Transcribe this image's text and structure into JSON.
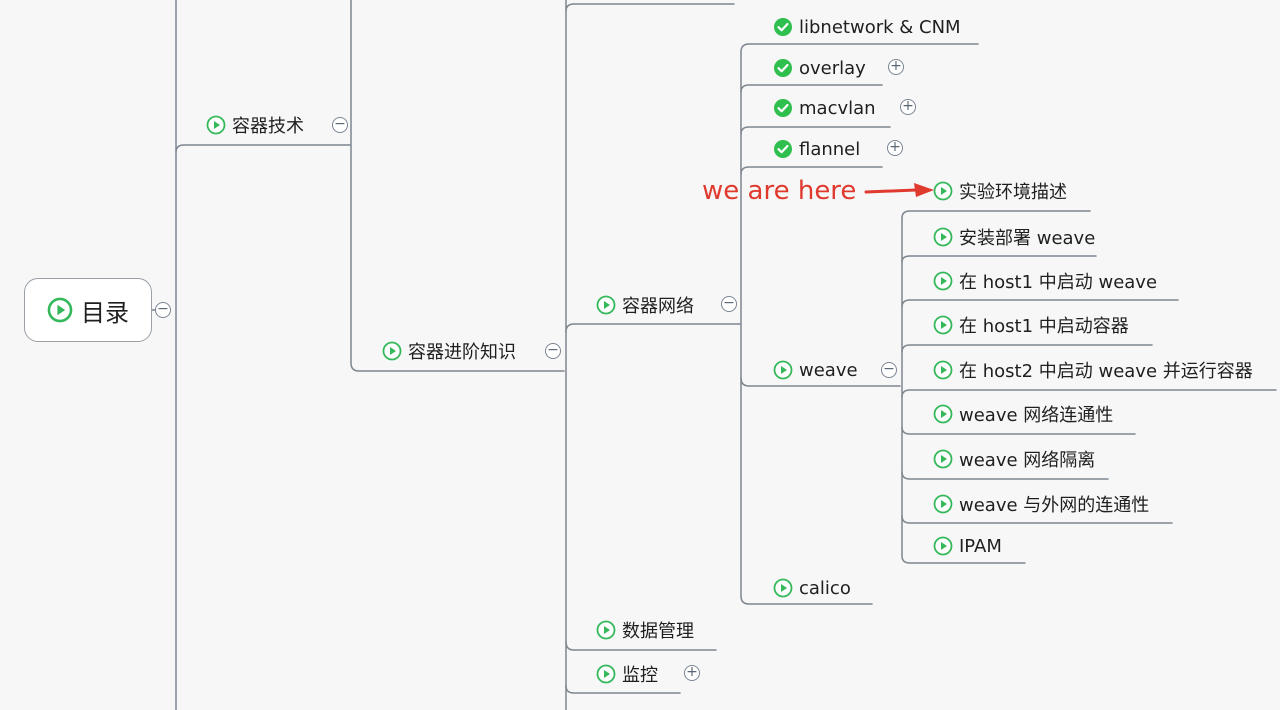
{
  "root": {
    "label": "目录",
    "toggle": "−"
  },
  "level1": {
    "rongqi_jishu": {
      "label": "容器技术",
      "toggle": "−"
    },
    "rongqi_jinjie": {
      "label": "容器进阶知识",
      "toggle": "−"
    }
  },
  "level2": {
    "network": {
      "label": "容器网络",
      "toggle": "−"
    },
    "data_mgmt": {
      "label": "数据管理"
    },
    "monitor": {
      "label": "监控",
      "toggle": "+"
    }
  },
  "network_children": [
    {
      "label": "libnetwork & CNM",
      "status": "done"
    },
    {
      "label": "overlay",
      "status": "done",
      "toggle": "+"
    },
    {
      "label": "macvlan",
      "status": "done",
      "toggle": "+"
    },
    {
      "label": "flannel",
      "status": "done",
      "toggle": "+"
    },
    {
      "label": "weave",
      "status": "play",
      "toggle": "−"
    },
    {
      "label": "calico",
      "status": "play"
    }
  ],
  "weave_children": [
    {
      "label": "实验环境描述"
    },
    {
      "label": "安装部署 weave"
    },
    {
      "label": "在 host1 中启动 weave"
    },
    {
      "label": "在 host1 中启动容器"
    },
    {
      "label": "在 host2 中启动 weave 并运行容器"
    },
    {
      "label": "weave 网络连通性"
    },
    {
      "label": "weave 网络隔离"
    },
    {
      "label": "weave 与外网的连通性"
    },
    {
      "label": "IPAM"
    }
  ],
  "annotation": {
    "text": "we are here"
  },
  "colors": {
    "check": "#2fbf4f",
    "play": "#35b85a",
    "line": "#7e8690",
    "annotation": "#e03a2f"
  }
}
